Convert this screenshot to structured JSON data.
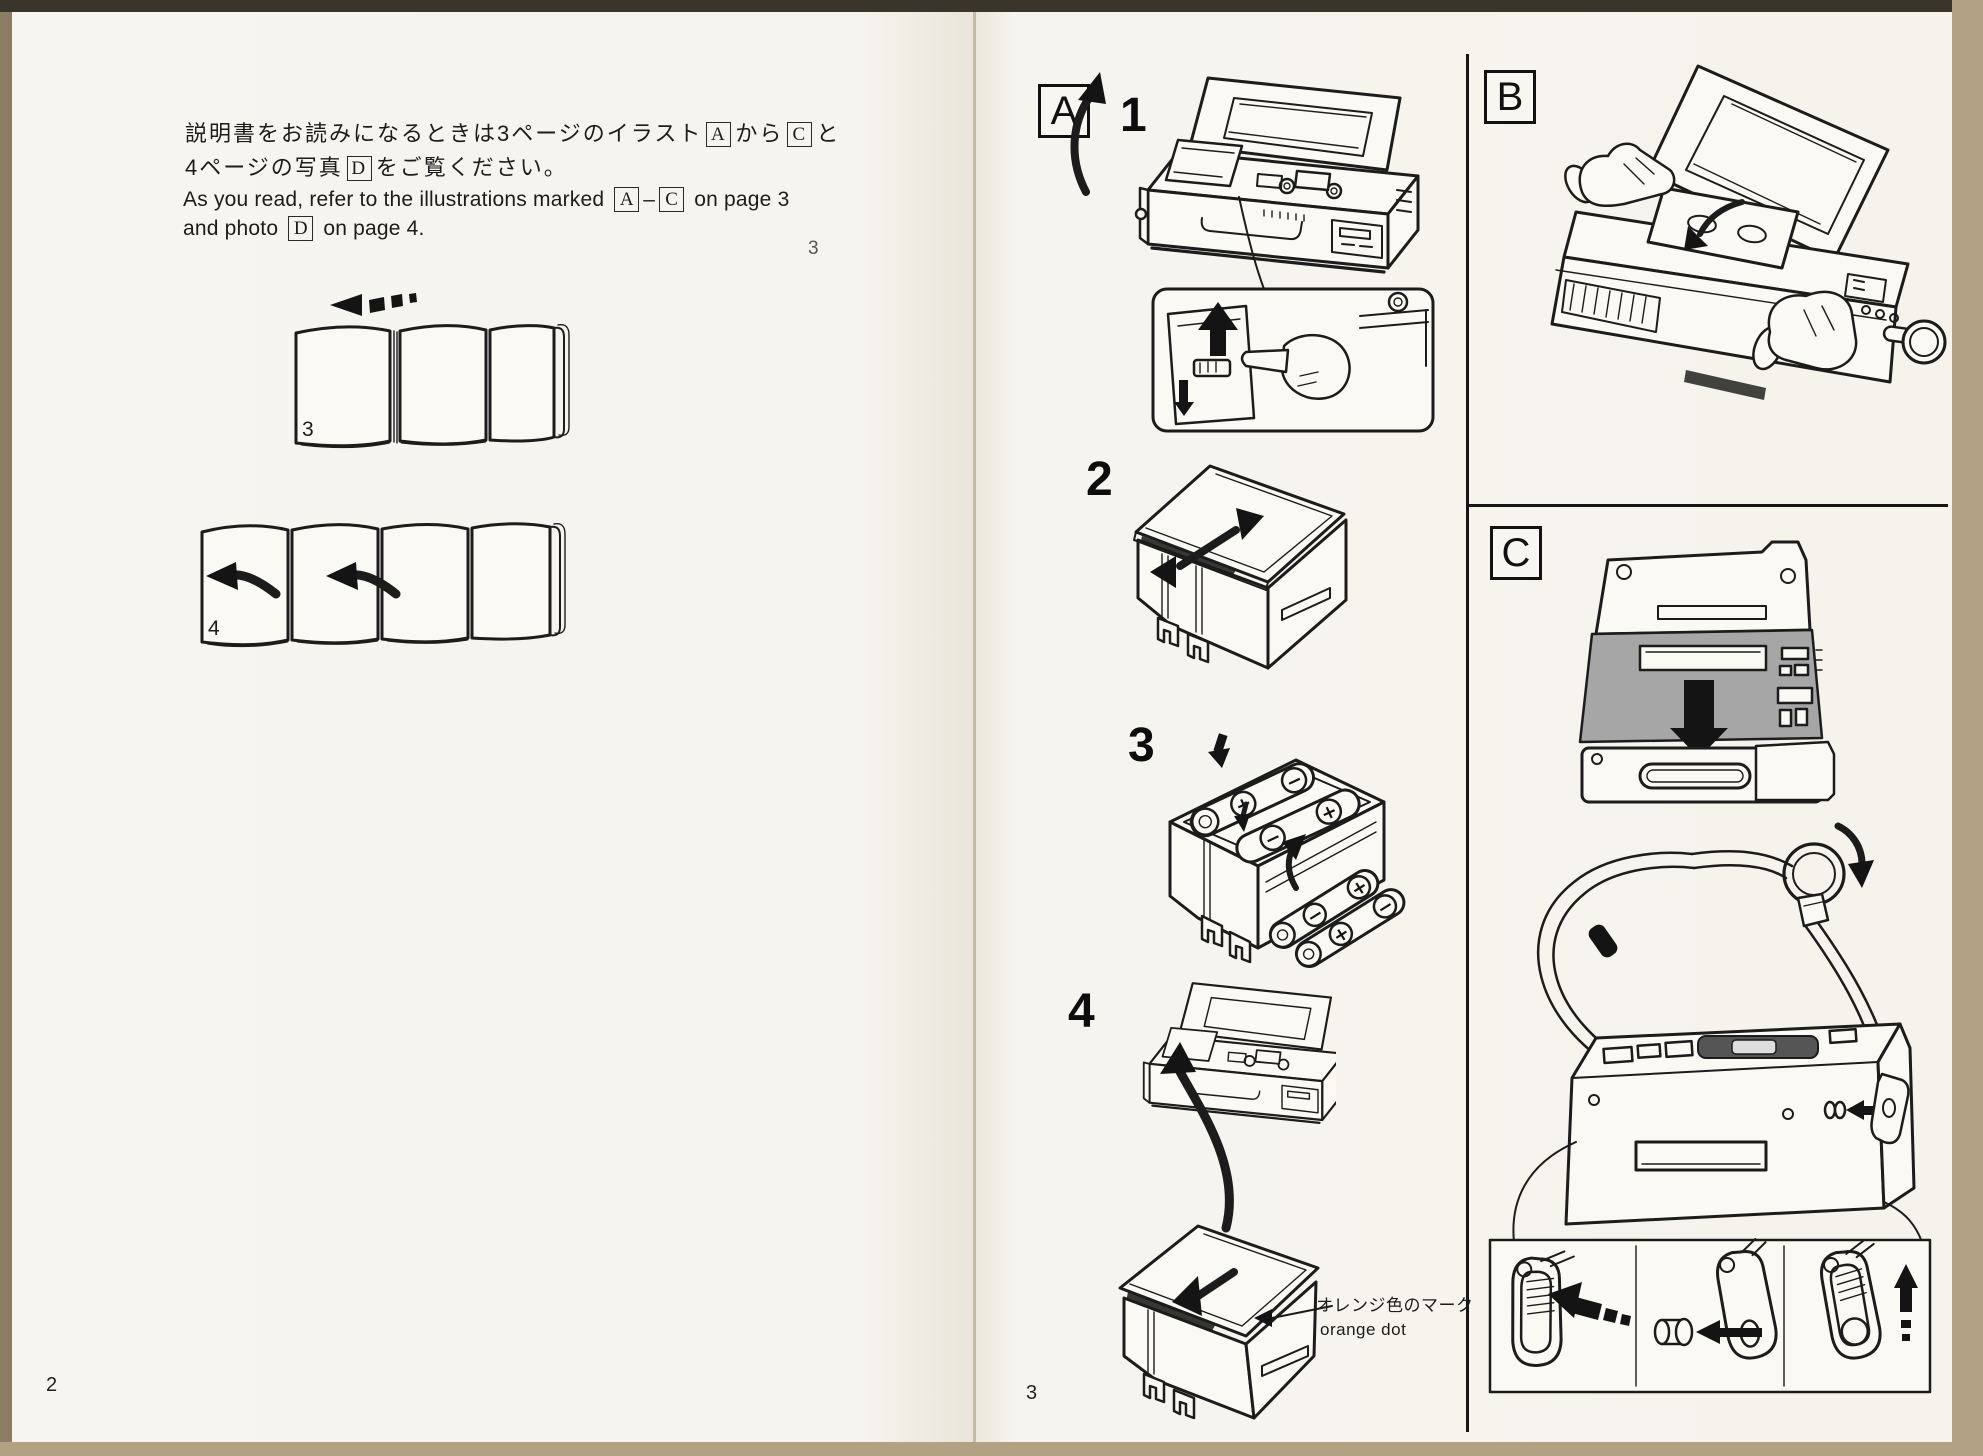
{
  "colors": {
    "scan_border": "#b2a183",
    "scan_edge_dark": "#3a352b",
    "paper": "#f6f4ee",
    "ink": "#1c1c1c",
    "shade_gray": "#a6a6a6"
  },
  "symbols": {
    "plus": "+",
    "minus": "−"
  },
  "left_page": {
    "page_number": "2",
    "intro_jp": {
      "line1_pre": "説明書をお読みになるときは3ページのイラスト",
      "ref_a": "A",
      "line1_mid": "から",
      "ref_c": "C",
      "line1_end": "と",
      "line2_pre": "4ページの写真",
      "ref_d": "D",
      "line2_end": "をご覧ください。"
    },
    "intro_en": {
      "line1_pre": "As you read, refer to the illustrations marked",
      "ref_a": "A",
      "dash": "–",
      "ref_c": "C",
      "line1_end": "on page 3",
      "line2_pre": "and photo",
      "ref_d": "D",
      "line2_end": "on page 4."
    },
    "foldout_top": {
      "page_label": "3"
    },
    "foldout_bottom": {
      "page_label": "4"
    }
  },
  "right_page": {
    "page_number": "3",
    "stray_mark": "3",
    "panel_a": {
      "label": "A",
      "step1": "1",
      "step2": "2",
      "step3": "3",
      "step4": "4",
      "orange_dot_jp": "オレンジ色のマーク",
      "orange_dot_en": "orange dot"
    },
    "panel_b": {
      "label": "B"
    },
    "panel_c": {
      "label": "C"
    }
  }
}
